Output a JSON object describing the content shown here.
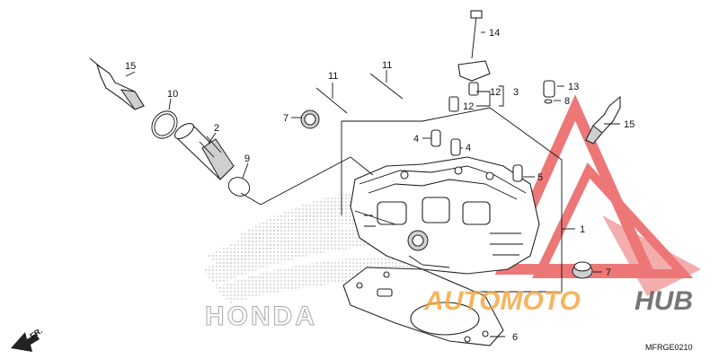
{
  "callouts": [
    "1",
    "2",
    "3",
    "4",
    "4",
    "5",
    "6",
    "7",
    "7",
    "8",
    "9",
    "10",
    "11",
    "11",
    "12",
    "12",
    "13",
    "14",
    "15",
    "15"
  ],
  "diagram_code": "MFRGE0210",
  "front_arrow_label": "FR.",
  "brand_watermark": "HONDA",
  "site_watermark": {
    "part1": "AUTOMOTO",
    "part2": "HUB"
  },
  "colors": {
    "watermark_red": "#e84a4a",
    "watermark_orange": "#f2a33a",
    "line": "#111111"
  }
}
